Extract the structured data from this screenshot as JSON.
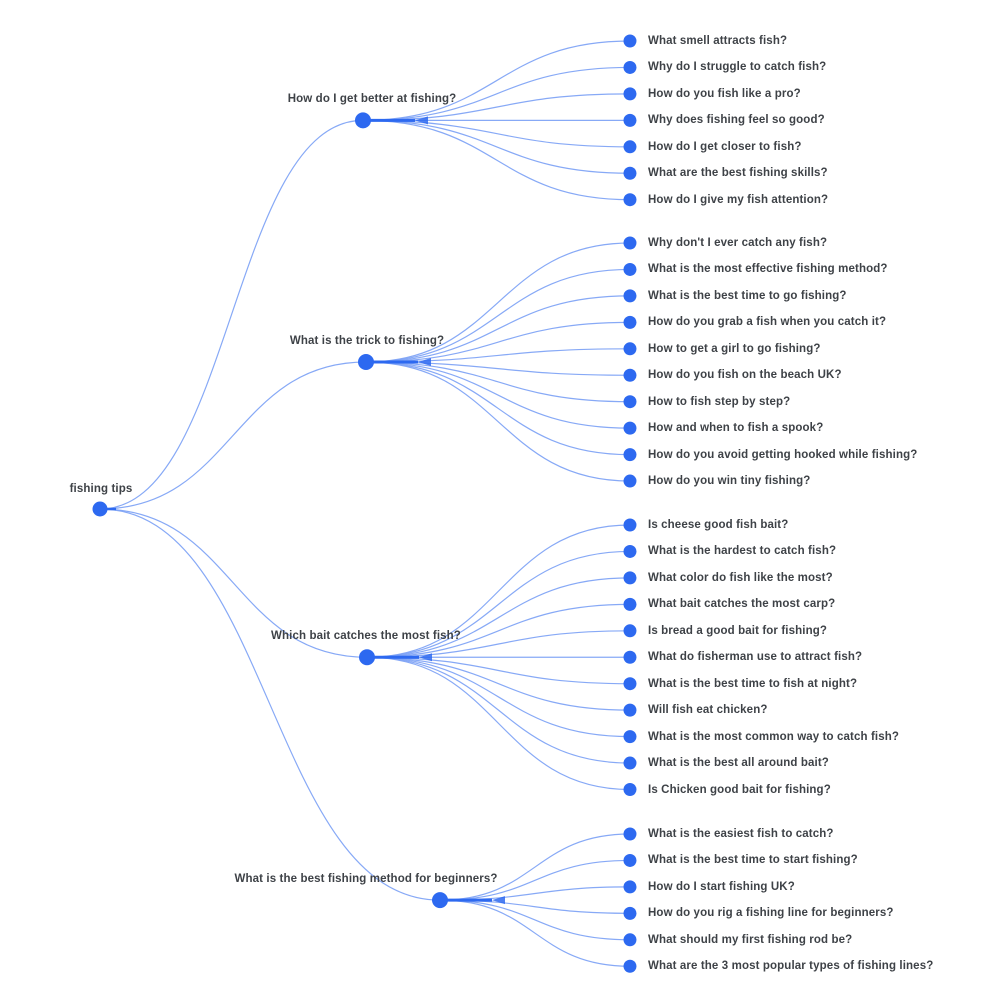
{
  "root": {
    "label": "fishing tips"
  },
  "branches": [
    {
      "label": "How do I get better at fishing?",
      "children": [
        "What smell attracts fish?",
        "Why do I struggle to catch fish?",
        "How do you fish like a pro?",
        "Why does fishing feel so good?",
        "How do I get closer to fish?",
        "What are the best fishing skills?",
        "How do I give my fish attention?"
      ]
    },
    {
      "label": "What is the trick to fishing?",
      "children": [
        "Why don't I ever catch any fish?",
        "What is the most effective fishing method?",
        "What is the best time to go fishing?",
        "How do you grab a fish when you catch it?",
        "How to get a girl to go fishing?",
        "How do you fish on the beach UK?",
        "How to fish step by step?",
        "How and when to fish a spook?",
        "How do you avoid getting hooked while fishing?",
        "How do you win tiny fishing?"
      ]
    },
    {
      "label": "Which bait catches the most fish?",
      "children": [
        "Is cheese good fish bait?",
        "What is the hardest to catch fish?",
        "What color do fish like the most?",
        "What bait catches the most carp?",
        "Is bread a good bait for fishing?",
        "What do fisherman use to attract fish?",
        "What is the best time to fish at night?",
        "Will fish eat chicken?",
        "What is the most common way to catch fish?",
        "What is the best all around bait?",
        "Is Chicken good bait for fishing?"
      ]
    },
    {
      "label": "What is the best fishing method for beginners?",
      "children": [
        "What is the easiest fish to catch?",
        "What is the best time to start fishing?",
        "How do I start fishing UK?",
        "How do you rig a fishing line for beginners?",
        "What should my first fishing rod be?",
        "What are the 3 most popular types of fishing lines?"
      ]
    }
  ],
  "colors": {
    "node": "#2d69f0",
    "link": "#7aa0f5",
    "text": "#3e4247",
    "background": "#ffffff"
  }
}
